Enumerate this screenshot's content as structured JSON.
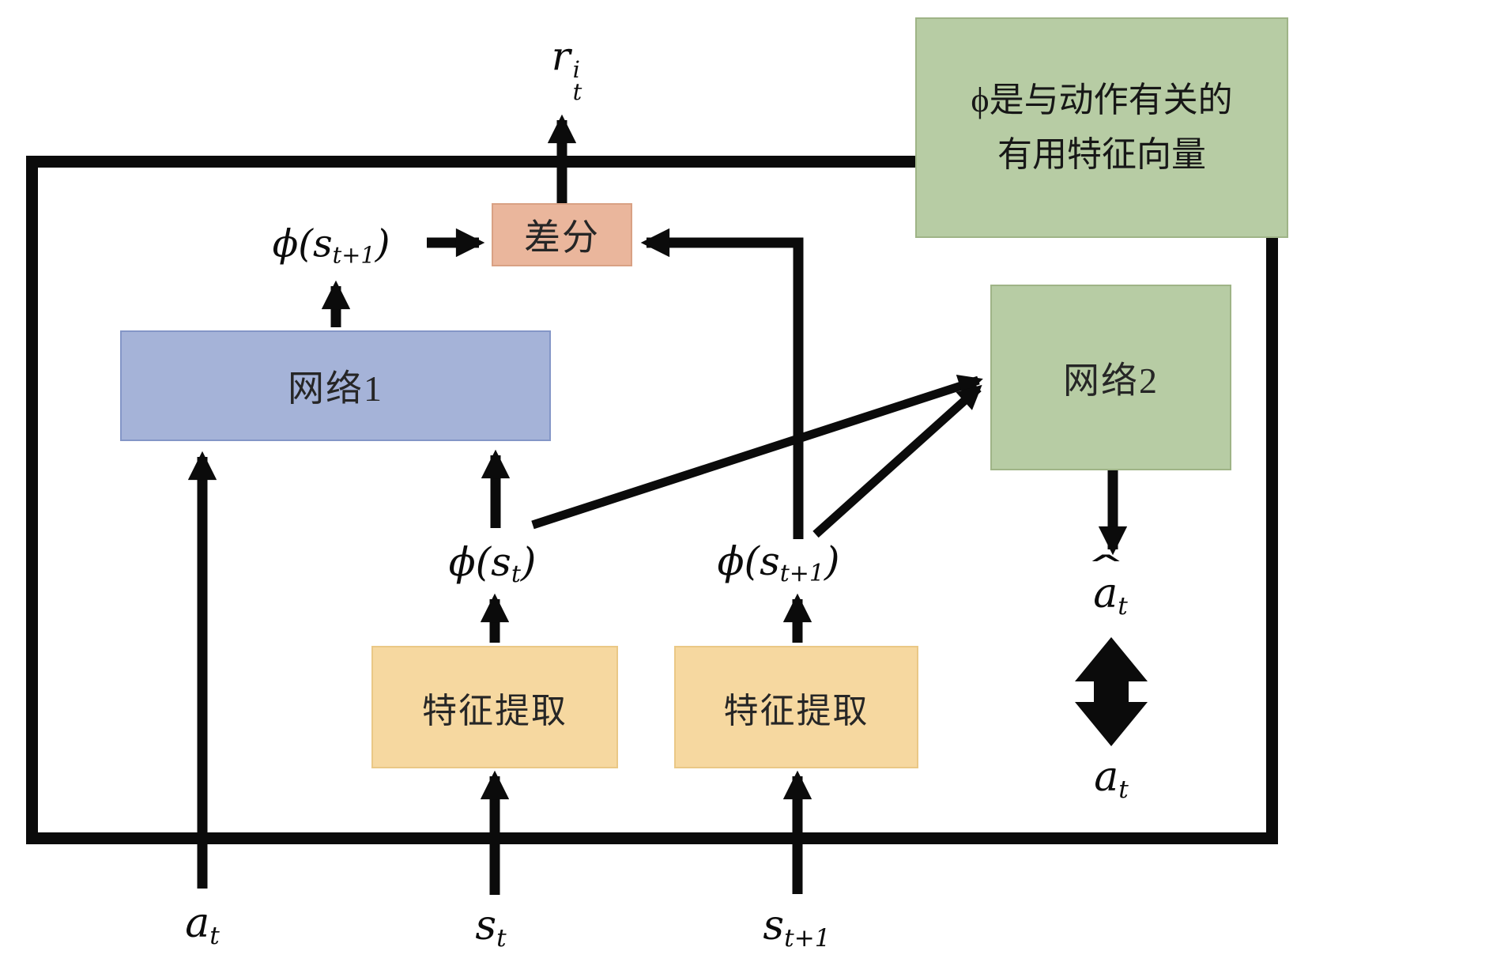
{
  "colors": {
    "ink": "#0b0b0b",
    "green_fill": "#b7cca4",
    "green_border": "#9fb487",
    "blue_fill": "#a5b3d8",
    "blue_border": "#8496c7",
    "salmon_fill": "#eab69c",
    "salmon_border": "#d9a184",
    "orange_fill": "#f6d8a0",
    "orange_border": "#eac886",
    "box_text": "#262626"
  },
  "note": {
    "line1": "ϕ是与动作有关的",
    "line2": "有用特征向量"
  },
  "boxes": {
    "network1": "网络1",
    "network2": "网络2",
    "diff": "差分",
    "extract1": "特征提取",
    "extract2": "特征提取"
  },
  "math": {
    "reward": {
      "base": "r",
      "sup": "i",
      "sub": "t"
    },
    "phi_next_top": {
      "pre": "ϕ(s",
      "sub": "t+1",
      "post": ")"
    },
    "phi_cur": {
      "pre": "ϕ(s",
      "sub": "t",
      "post": ")"
    },
    "phi_next_mid": {
      "pre": "ϕ(s",
      "sub": "t+1",
      "post": ")"
    },
    "a_hat": {
      "hat": "ˆ",
      "base": "a",
      "sub": "t"
    },
    "a_right": {
      "base": "a",
      "sub": "t"
    },
    "a_bottom": {
      "base": "a",
      "sub": "t"
    },
    "s_bottom": {
      "base": "s",
      "sub": "t"
    },
    "s_next_bottom": {
      "base": "s",
      "sub": "t+1"
    }
  }
}
